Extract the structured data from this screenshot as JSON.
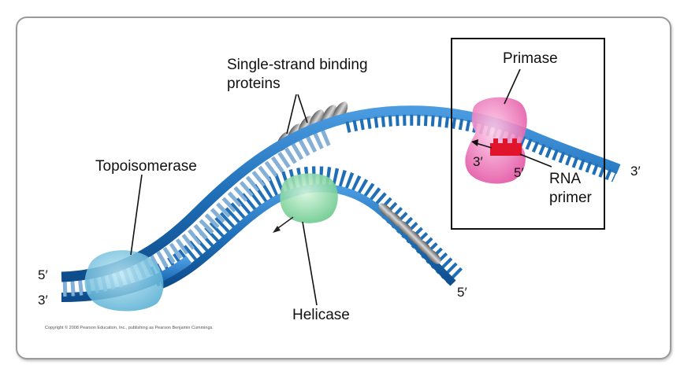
{
  "labels": {
    "ssb": [
      "Single-strand binding",
      "proteins"
    ],
    "topoisomerase": "Topoisomerase",
    "helicase": "Helicase",
    "primase": "Primase",
    "rna_primer": [
      "RNA",
      "primer"
    ]
  },
  "strand_ends": {
    "left_top": "5′",
    "left_bottom": "3′",
    "right_top": "3′",
    "lagging_end": "5′",
    "primer_3": "3′",
    "primer_5": "5′"
  },
  "copyright": "Copyright © 2008 Pearson Education, Inc., publishing as Pearson Benjamin Cummings.",
  "colors": {
    "strand": "#1f6fb8",
    "strand_dark": "#0e4c8c",
    "topoisomerase": "#7ec7e0",
    "helicase": "#8fd9a8",
    "primase": "#f07ab8",
    "rna_primer": "#e0142a",
    "ssb_protein": "#8a8a8a",
    "frame_border": "#9a9a9a"
  }
}
